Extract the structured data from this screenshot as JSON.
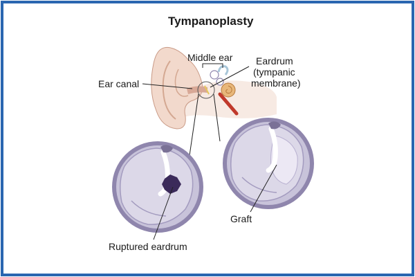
{
  "title": "Tympanoplasty",
  "labels": {
    "middle_ear": "Middle ear",
    "eardrum_line1": "Eardrum",
    "eardrum_line2": "(tympanic",
    "eardrum_line3": "membrane)",
    "ear_canal": "Ear canal",
    "graft": "Graft",
    "ruptured_eardrum": "Ruptured eardrum"
  },
  "colors": {
    "border": "#2a66b0",
    "skin": "#f2d9cc",
    "skin_shadow": "#e2bfae",
    "membrane": "#c8c3da",
    "membrane_dark": "#8f86ad",
    "rupture": "#3b2a5a",
    "graft": "#ece8f4",
    "canal": "#c0392b",
    "cochlea": "#e8b77a"
  }
}
